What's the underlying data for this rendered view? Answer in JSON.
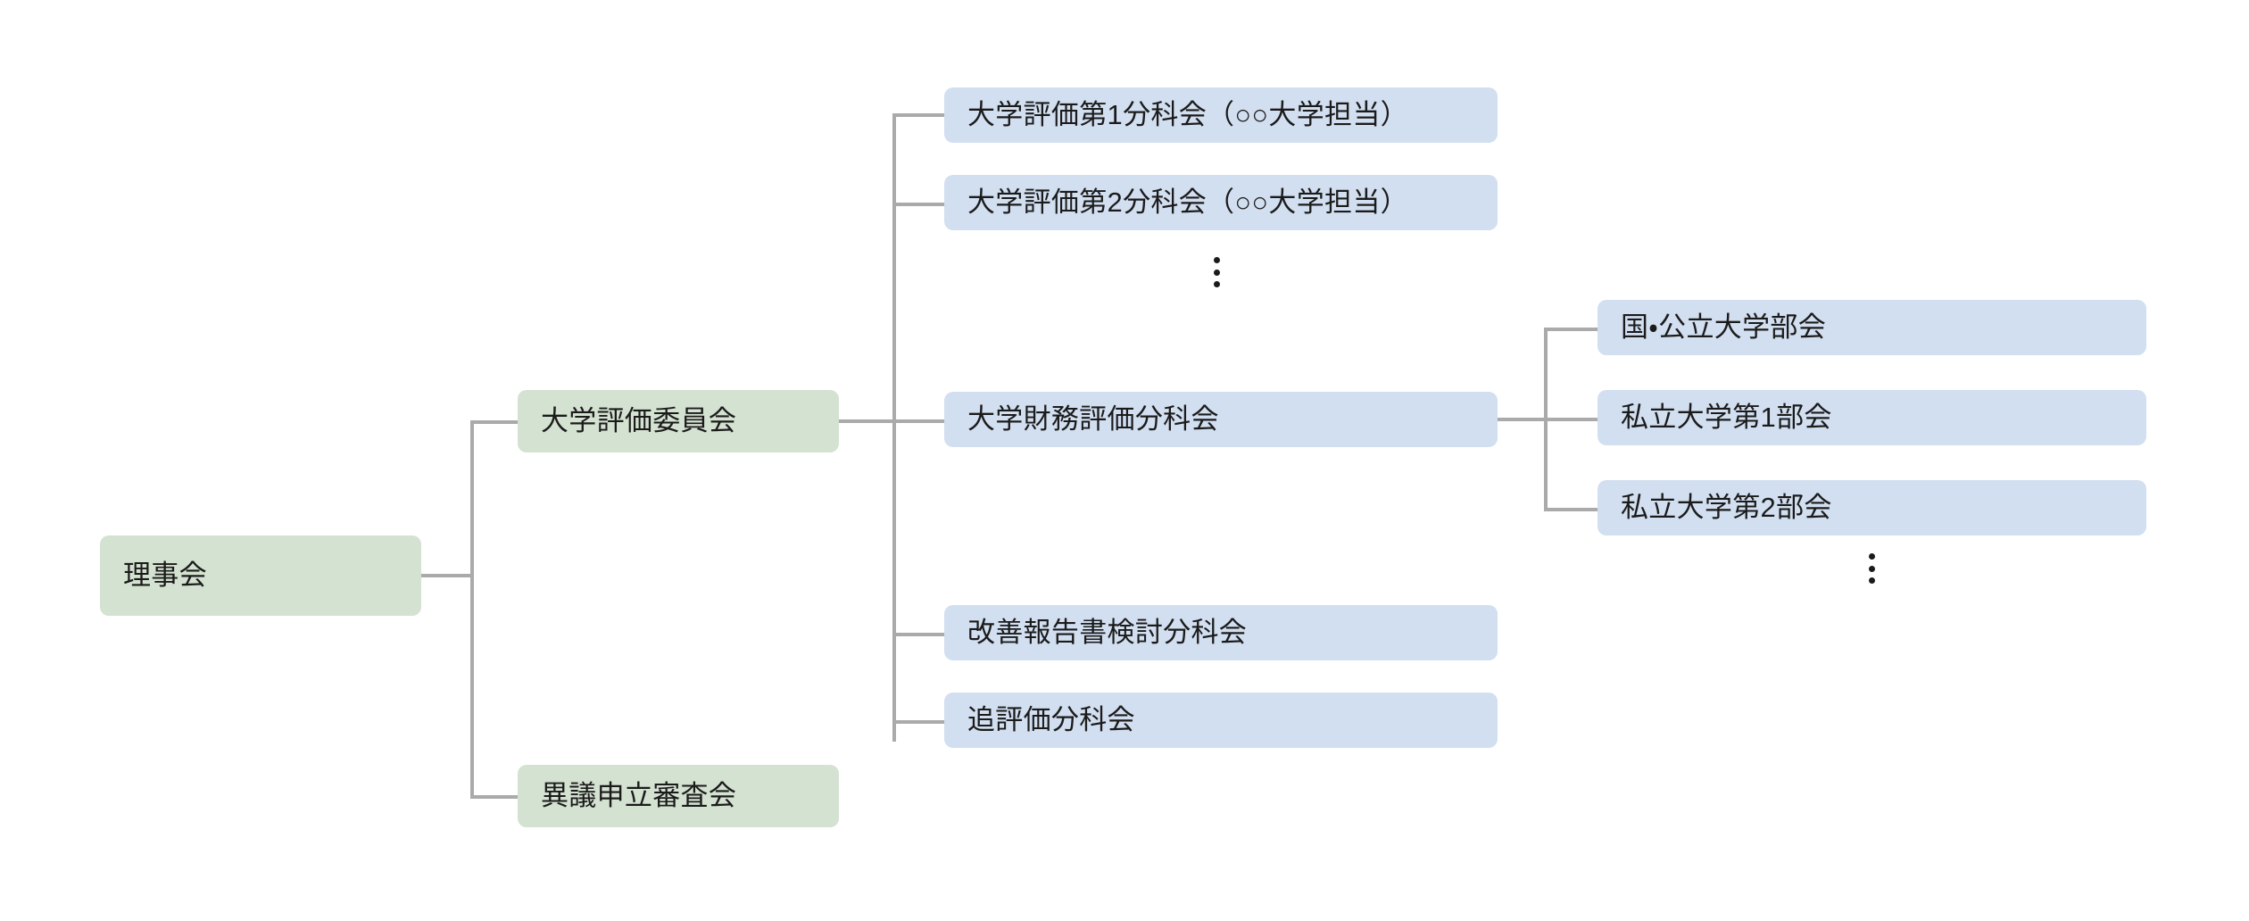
{
  "diagram": {
    "type": "organization-chart",
    "orientation": "left-to-right",
    "colors": {
      "green_node": "#d4e2d1",
      "blue_node": "#d2dff0",
      "connector": "#aaaaaa",
      "text": "#1b1b1b",
      "background": "#ffffff"
    }
  },
  "root": {
    "label": "理事会"
  },
  "level2": [
    {
      "label": "大学評価委員会"
    },
    {
      "label": "異議申立審査会"
    }
  ],
  "level3": [
    {
      "label": "大学評価第1分科会（○○大学担当）"
    },
    {
      "label": "大学評価第2分科会（○○大学担当）"
    },
    {
      "label": "大学財務評価分科会"
    },
    {
      "label": "改善報告書検討分科会"
    },
    {
      "label": "追評価分科会"
    }
  ],
  "level4": [
    {
      "label": "国・公立大学部会"
    },
    {
      "label": "私立大学第1部会"
    },
    {
      "label": "私立大学第2部会"
    }
  ],
  "ellipses": [
    {
      "name": "level3-continuation"
    },
    {
      "name": "level4-continuation"
    }
  ]
}
